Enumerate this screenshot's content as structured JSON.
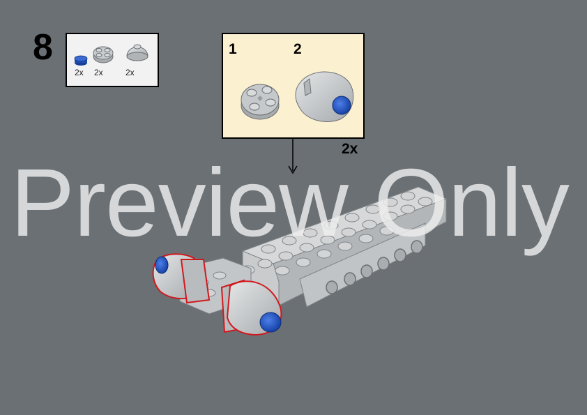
{
  "step": {
    "number": "8"
  },
  "parts_list": {
    "items": [
      {
        "part": "round-plate-1x1-blue",
        "qty": "2x",
        "color": "#1f4fb5"
      },
      {
        "part": "round-plate-2x2-light-gray",
        "qty": "2x",
        "color": "#b8bcbf"
      },
      {
        "part": "dome-2x2-light-gray",
        "qty": "2x",
        "color": "#b8bcbf"
      }
    ]
  },
  "subassembly": {
    "steps": [
      {
        "label": "1"
      },
      {
        "label": "2"
      }
    ],
    "multiplier": "2x",
    "background": "#fbf0cf"
  },
  "watermark": {
    "text": "Preview Only"
  },
  "colors": {
    "background": "#6b7074",
    "brick_gray": "#c4c7c9",
    "stud_blue": "#1f4fb5",
    "highlight_red": "#d0191d"
  }
}
